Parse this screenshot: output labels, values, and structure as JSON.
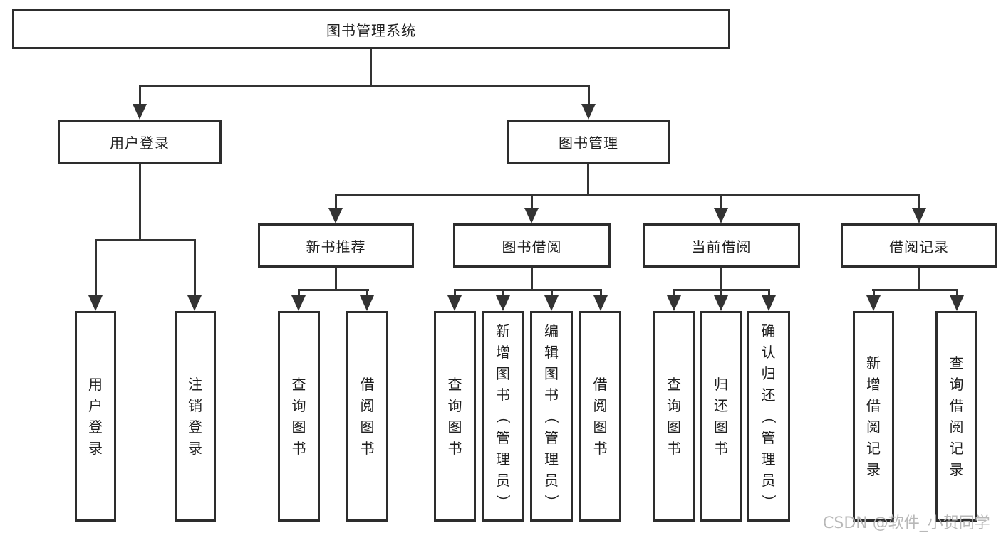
{
  "diagram": {
    "type": "hierarchy-tree",
    "orientation": "top-down"
  },
  "tree": {
    "label": "图书管理系统",
    "children": [
      {
        "label": "用户登录",
        "children": [
          {
            "label": "用户登录"
          },
          {
            "label": "注销登录"
          }
        ]
      },
      {
        "label": "图书管理",
        "children": [
          {
            "label": "新书推荐",
            "children": [
              {
                "label": "查询图书"
              },
              {
                "label": "借阅图书"
              }
            ]
          },
          {
            "label": "图书借阅",
            "children": [
              {
                "label": "查询图书"
              },
              {
                "label": "新增图书（管理员）"
              },
              {
                "label": "编辑图书（管理员）"
              },
              {
                "label": "借阅图书"
              }
            ]
          },
          {
            "label": "当前借阅",
            "children": [
              {
                "label": "查询图书"
              },
              {
                "label": "归还图书"
              },
              {
                "label": "确认归还（管理员）"
              }
            ]
          },
          {
            "label": "借阅记录",
            "children": [
              {
                "label": "新增借阅记录"
              },
              {
                "label": "查询借阅记录"
              }
            ]
          }
        ]
      }
    ]
  },
  "watermark": "CSDN @软件_小贺同学",
  "colors": {
    "line": "#333333",
    "box_border": "#2d2d2d",
    "text": "#1f1f1f",
    "watermark": "#b8b8b8",
    "background": "#ffffff"
  }
}
